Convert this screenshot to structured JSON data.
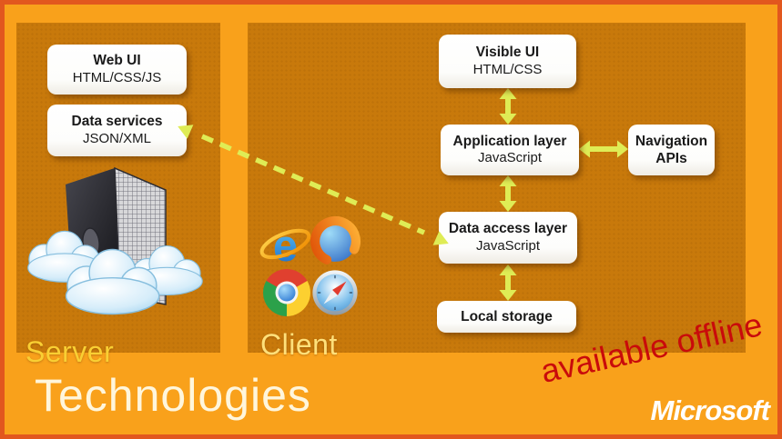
{
  "slide": {
    "title": "Technologies",
    "brand": "Microsoft",
    "annotation": "available offline"
  },
  "server_panel": {
    "label": "Server",
    "icon": "server-with-clouds",
    "boxes": [
      {
        "title": "Web UI",
        "subtitle": "HTML/CSS/JS"
      },
      {
        "title": "Data services",
        "subtitle": "JSON/XML"
      }
    ]
  },
  "client_panel": {
    "label": "Client",
    "browser_icons": [
      "internet-explorer",
      "firefox",
      "chrome",
      "safari"
    ],
    "boxes": [
      {
        "title": "Visible UI",
        "subtitle": "HTML/CSS"
      },
      {
        "title": "Application layer",
        "subtitle": "JavaScript"
      },
      {
        "title": "Navigation APIs",
        "subtitle": ""
      },
      {
        "title": "Data access layer",
        "subtitle": "JavaScript"
      },
      {
        "title": "Local storage",
        "subtitle": ""
      }
    ]
  },
  "connections": [
    {
      "from": "Visible UI",
      "to": "Application layer",
      "style": "solid-double-arrow"
    },
    {
      "from": "Application layer",
      "to": "Navigation APIs",
      "style": "solid-double-arrow"
    },
    {
      "from": "Application layer",
      "to": "Data access layer",
      "style": "solid-double-arrow"
    },
    {
      "from": "Data access layer",
      "to": "Local storage",
      "style": "solid-double-arrow"
    },
    {
      "from": "Data access layer",
      "to": "Data services",
      "style": "dashed-double-arrow"
    }
  ],
  "colors": {
    "frame_border": "#E2571E",
    "background": "#F9A11B",
    "panel": "#C8790B",
    "arrow": "#DFEC55",
    "server_label": "#F9CF33",
    "client_label": "#FFE07A",
    "annotation_red": "#C90B0B",
    "box_background": "#FFFFFF",
    "box_text": "#1A1A1A",
    "title_text": "#FFF6DC"
  }
}
